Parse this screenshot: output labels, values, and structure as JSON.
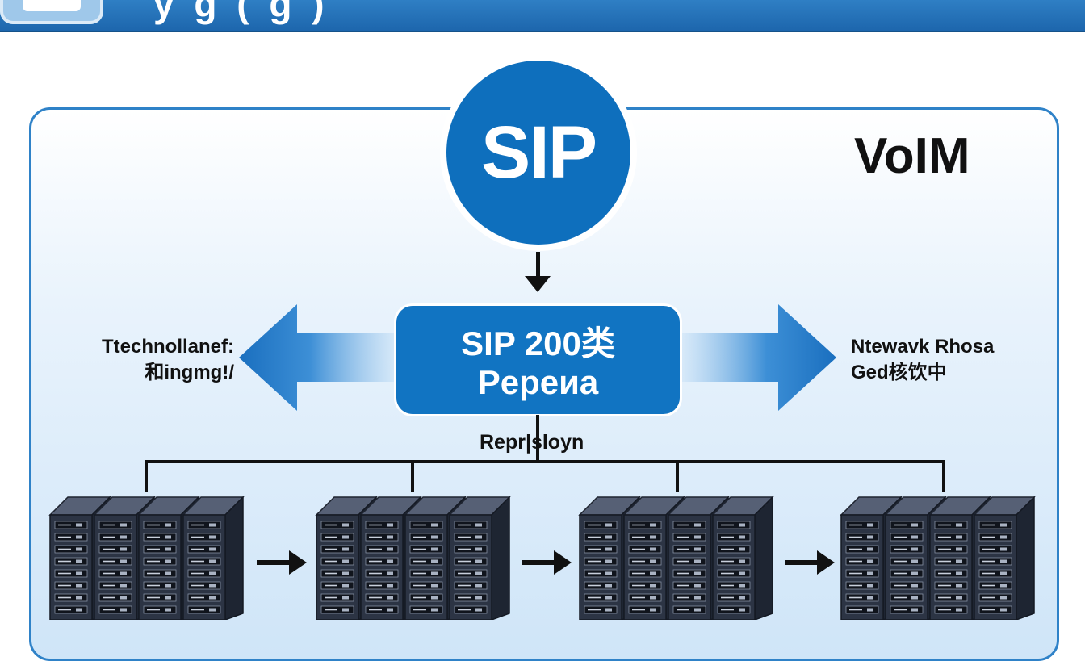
{
  "header": {
    "title": "y g ( g )"
  },
  "diagram": {
    "sip_node": "SIP",
    "brand_label": "VoIM",
    "response_box": {
      "line1": "SIP 200类",
      "line2": "Pepeиa"
    },
    "left_label": {
      "line1": "Ttechnollanef:",
      "line2": "和ingmg!/"
    },
    "right_label": {
      "line1": "Ntewavk Rhosa",
      "line2": "Ged核饮中"
    },
    "replication_label": "Repr|sloyn",
    "server_racks": [
      "server-rack-1",
      "server-rack-2",
      "server-rack-3",
      "server-rack-4"
    ]
  },
  "colors": {
    "primary_blue": "#0e6fbd",
    "header_blue": "#1d66ad",
    "panel_border": "#2f82c8",
    "rack_dark": "#2c3444"
  }
}
